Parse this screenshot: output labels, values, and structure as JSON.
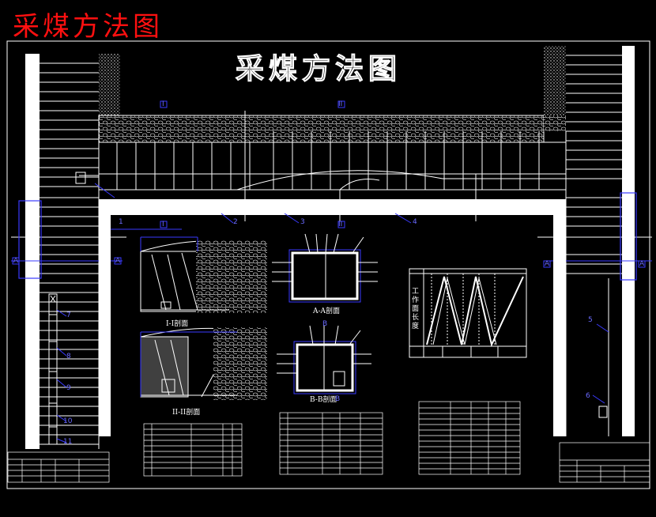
{
  "header": {
    "red_title": "采煤方法图",
    "drawing_title": "采煤方法图"
  },
  "sections": {
    "s1": "I-I剖面",
    "s2": "II-II剖面",
    "sa": "A-A剖面",
    "sb": "B-B剖面"
  },
  "markers": {
    "A_left": "A",
    "A_mid": "A",
    "A_right1": "A",
    "A_right2": "A",
    "I_top": "I",
    "II_top": "II",
    "I_bot": "I",
    "II_bot": "II",
    "B_top": "B",
    "B_bot": "B"
  },
  "callouts": [
    "1",
    "2",
    "3",
    "4",
    "5",
    "6",
    "7",
    "8",
    "9",
    "10",
    "11"
  ],
  "chart_axis_label": "工作面长度",
  "colors": {
    "line": "#ffffff",
    "accent": "#3a3aff",
    "red": "#ff1010",
    "background": "#000000"
  }
}
